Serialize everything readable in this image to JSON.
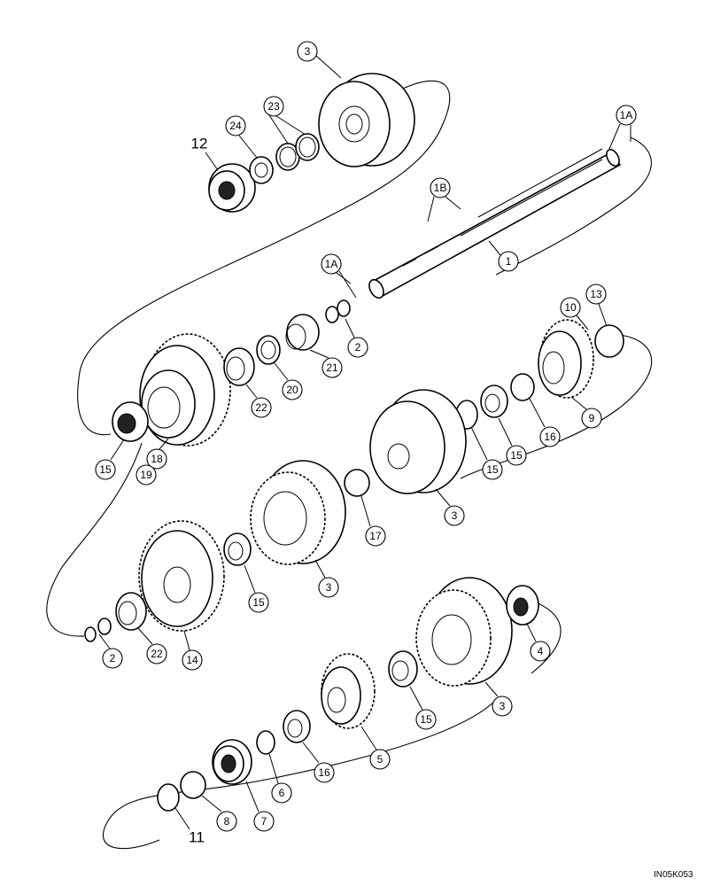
{
  "figure": {
    "reference_code": "IN05K053"
  },
  "assembly_labels": [
    "12",
    "11"
  ],
  "callouts": [
    "1",
    "1A",
    "1A",
    "1B",
    "2",
    "2",
    "3",
    "3",
    "3",
    "3",
    "4",
    "5",
    "6",
    "7",
    "8",
    "9",
    "10",
    "13",
    "14",
    "15",
    "15",
    "15",
    "15",
    "15",
    "16",
    "16",
    "17",
    "18",
    "19",
    "20",
    "21",
    "22",
    "22",
    "23",
    "24"
  ]
}
